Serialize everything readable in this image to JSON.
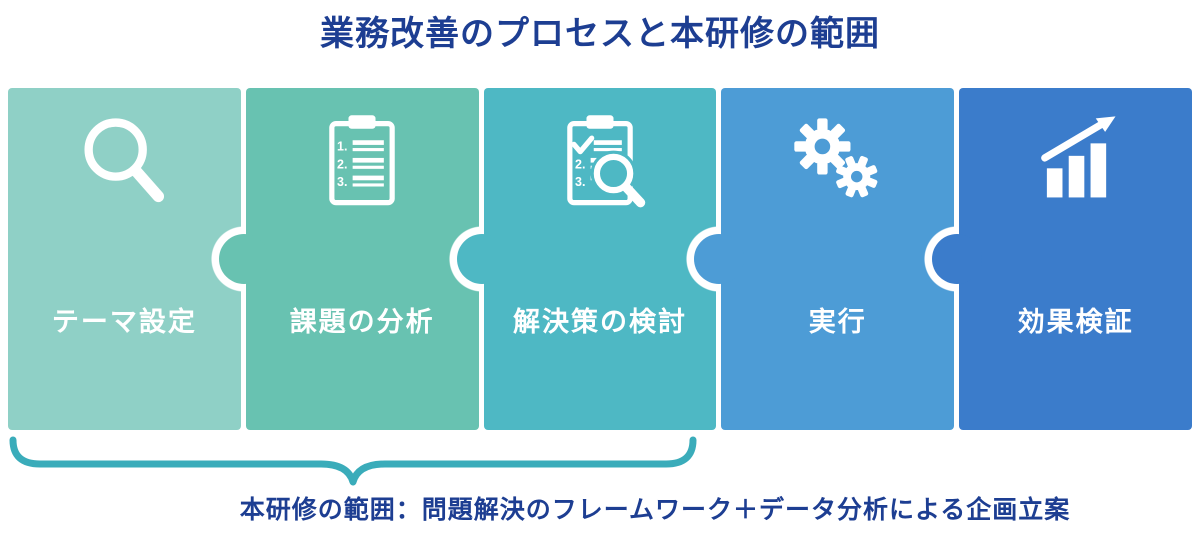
{
  "title": "業務改善のプロセスと本研修の範囲",
  "steps": [
    {
      "label": "テーマ設定",
      "color": "#8fd0c6",
      "icon": "magnifier-icon"
    },
    {
      "label": "課題の分析",
      "color": "#68c2b1",
      "icon": "numbered-list-clipboard-icon"
    },
    {
      "label": "解決策の検討",
      "color": "#4eb8c4",
      "icon": "checklist-magnifier-icon"
    },
    {
      "label": "実行",
      "color": "#4d9cd6",
      "icon": "gears-icon"
    },
    {
      "label": "効果検証",
      "color": "#3b7ccb",
      "icon": "growth-chart-icon"
    }
  ],
  "scope": {
    "label": "本研修の範囲：問題解決のフレームワーク＋データ分析による企画立案",
    "covered_steps": [
      "テーマ設定",
      "課題の分析",
      "解決策の検討"
    ],
    "brace_color": "#3aacba"
  },
  "colors": {
    "heading": "#1d3e92",
    "step_label": "#ffffff",
    "background": "#ffffff"
  }
}
